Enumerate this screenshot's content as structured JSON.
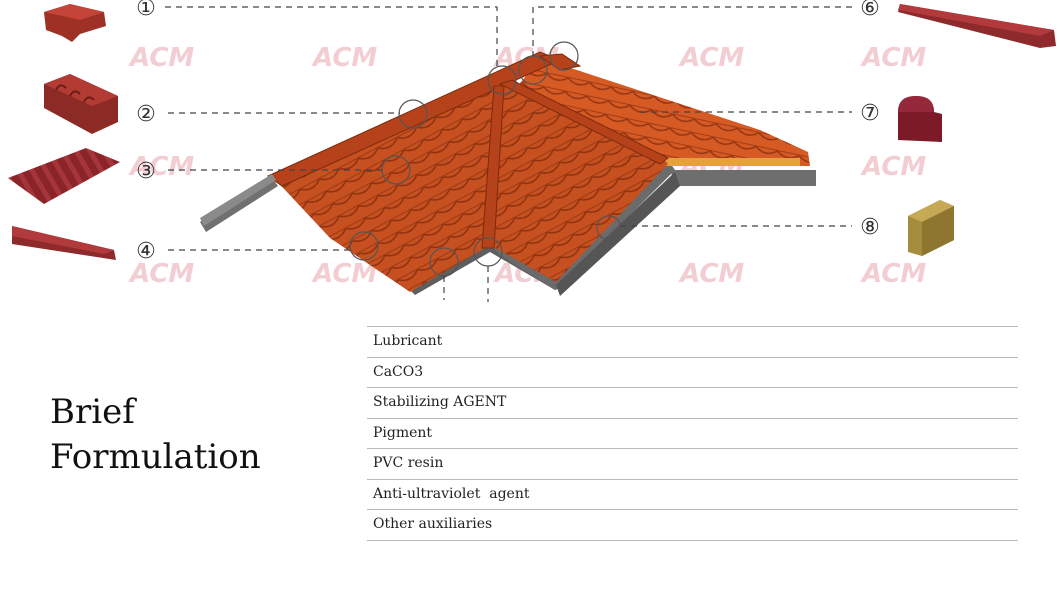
{
  "diagram": {
    "callouts": [
      "①",
      "②",
      "③",
      "④",
      "⑥",
      "⑦",
      "⑧"
    ],
    "watermark": "ACM",
    "colors": {
      "tile": "#c8501e",
      "tile_dark": "#8e2e0e",
      "ridge": "#b4401a",
      "panel": "#7a1a1e",
      "base": "#6b6b6b",
      "beam": "#a89045"
    }
  },
  "heading": {
    "line1": "Brief",
    "line2": "Formulation"
  },
  "formulation": [
    "Lubricant",
    "CaCO3",
    "Stabilizing AGENT",
    "Pigment",
    "PVC resin",
    "Anti-ultraviolet  agent",
    "Other auxiliaries"
  ]
}
